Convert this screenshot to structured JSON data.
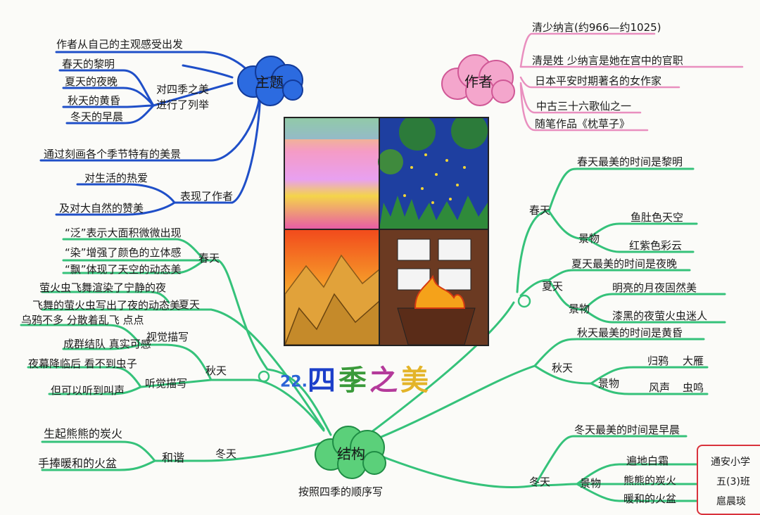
{
  "title": {
    "number": "22.",
    "text": "四季之美"
  },
  "colors": {
    "theme_line": "#1f4fc8",
    "structure_line": "#35c27a",
    "author_line": "#e98fbf",
    "theme_cloud": "#2c6be0",
    "author_cloud": "#f4a6cc",
    "structure_cloud": "#5bd07a",
    "stamp": "#d9323c"
  },
  "theme": {
    "label": "主题",
    "intent": "作者从自己的主观感受出发",
    "seasons": [
      "春天的黎明",
      "夏天的夜晚",
      "秋天的黄昏",
      "冬天的早晨"
    ],
    "list_note_1": "对四季之美",
    "list_note_2": "进行了列举",
    "scenes": "通过刻画各个季节特有的美景",
    "express_1": "对生活的热爱",
    "express_2": "及对大自然的赞美",
    "express_label": "表现了作者"
  },
  "author": {
    "label": "作者",
    "name": "清少纳言(约966—约1025)",
    "fact_1": "清是姓 少纳言是她在宫中的官职",
    "fact_2": "日本平安时期著名的女作家",
    "fact_3": "中古三十六歌仙之一",
    "fact_4": "随笔作品《枕草子》"
  },
  "right": {
    "spring": {
      "label": "春天",
      "best": "春天最美的时间是黎明",
      "scene_label": "景物",
      "scene_1": "鱼肚色天空",
      "scene_2": "红紫色彩云"
    },
    "summer": {
      "label": "夏天",
      "best": "夏天最美的时间是夜晚",
      "scene_label": "景物",
      "scene_1": "明亮的月夜固然美",
      "scene_2": "漆黑的夜萤火虫迷人"
    },
    "autumn": {
      "label": "秋天",
      "best": "秋天最美的时间是黄昏",
      "scene_label": "景物",
      "scene_1": "归鸦",
      "scene_2": "大雁",
      "scene_3": "风声",
      "scene_4": "虫鸣"
    },
    "winter": {
      "label": "冬天",
      "best": "冬天最美的时间是早晨",
      "scene_label": "景物",
      "scene_1": "遍地白霜",
      "scene_2": "熊熊的炭火",
      "scene_3": "暖和的火盆"
    }
  },
  "left": {
    "spring": {
      "label": "春天",
      "note_1": "“泛”表示大面积微微出现",
      "note_2": "“染”增强了颜色的立体感",
      "note_3": "“飘”体现了天空的动态美"
    },
    "summer": {
      "label": "夏天",
      "note_1": "萤火虫飞舞渲染了宁静的夜",
      "note_2": "飞舞的萤火虫写出了夜的动态美"
    },
    "autumn": {
      "label": "秋天",
      "visual_label": "视觉描写",
      "visual_1": "乌鸦不多 分散着乱飞 点点",
      "visual_2": "成群结队 真实可感",
      "aural_label": "听觉描写",
      "aural_1": "夜幕降临后 看不到虫子",
      "aural_2": "但可以听到叫声"
    },
    "winter": {
      "label": "冬天",
      "mood": "和谐",
      "item_1": "生起熊熊的炭火",
      "item_2": "手捧暖和的火盆"
    }
  },
  "structure": {
    "label": "结构",
    "note": "按照四季的顺序写"
  },
  "stamp": {
    "line_1": "通安小学",
    "line_2": "五(3)班",
    "line_3": "扈晨琰"
  }
}
